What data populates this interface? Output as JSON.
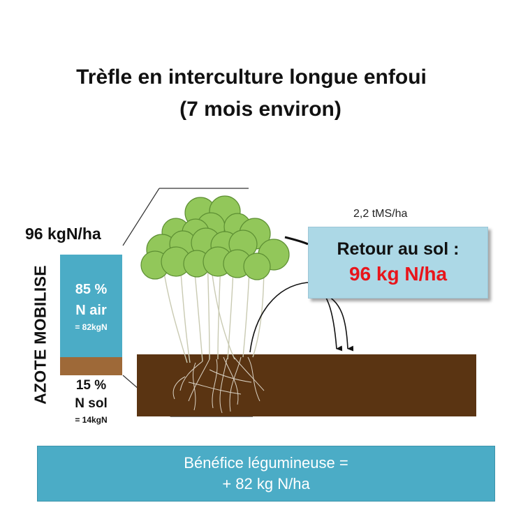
{
  "title": {
    "line1": "Trèfle en interculture longue enfoui",
    "line2": "(7 mois environ)"
  },
  "axis_label": "AZOTE MOBILISE",
  "total_label": "96 kgN/ha",
  "bar": {
    "air_share_pct": 85,
    "air_pct": "85 %",
    "air_label": "N air",
    "air_value": "= 82kgN",
    "sol_share_pct": 15,
    "sol_pct": "15 %",
    "sol_label": "N sol",
    "sol_value": "= 14kgN"
  },
  "biomass_label": "2,2 tMS/ha",
  "retour": {
    "line1": "Retour au sol :",
    "line2": "96 kg N/ha"
  },
  "benefit": {
    "line1": "Bénéfice légumineuse =",
    "line2": "+ 82 kg N/ha"
  },
  "colors": {
    "air_bar": "#4bacc6",
    "sol_bar": "#9e6938",
    "soil": "#5a3412",
    "leaf": "#92c75a",
    "retour_bg": "#acd8e6",
    "retour_highlight": "#e8151b",
    "benefit_bg": "#4bacc6"
  }
}
